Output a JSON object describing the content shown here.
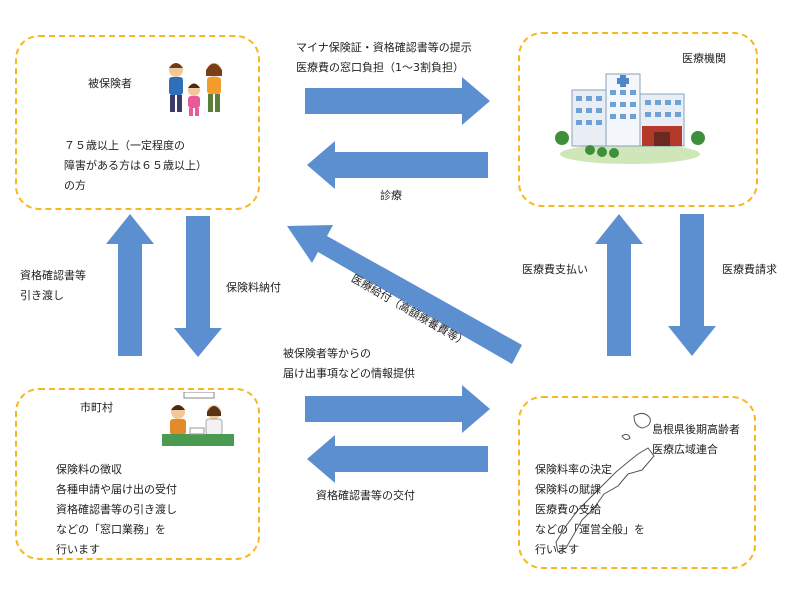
{
  "nodes": {
    "insured": {
      "title": "被保険者",
      "lines": [
        "７５歳以上（一定程度の",
        "障害がある方は６５歳以上）",
        "の方"
      ]
    },
    "hospital": {
      "title": "医療機関"
    },
    "municipality": {
      "title": "市町村",
      "lines": [
        "保険料の徴収",
        "各種申請や届け出の受付",
        "資格確認書等の引き渡し",
        "などの「窓口業務」を",
        "行います"
      ]
    },
    "union": {
      "title_lines": [
        "島根県後期高齢者",
        "医療広域連合"
      ],
      "lines": [
        "保険料率の決定",
        "保険料の賦課",
        "医療費の支給",
        "などの「運営全般」を",
        "行います"
      ]
    }
  },
  "flows": {
    "insured_to_hospital": [
      "マイナ保険証・資格確認書等の提示",
      "医療費の窓口負担（1～3割負担）"
    ],
    "hospital_to_insured": "診療",
    "muni_to_insured": [
      "資格確認書等",
      "引き渡し"
    ],
    "insured_to_muni": "保険料納付",
    "union_to_insured": "医療給付（高額療養費等）",
    "union_to_hospital": "医療費支払い",
    "hospital_to_union": "医療費請求",
    "muni_to_union": [
      "被保険者等からの",
      "届け出事項などの情報提供"
    ],
    "union_to_muni": "資格確認書等の交付"
  },
  "colors": {
    "arrow": "#5b8fd0",
    "border": "#f5b820"
  }
}
